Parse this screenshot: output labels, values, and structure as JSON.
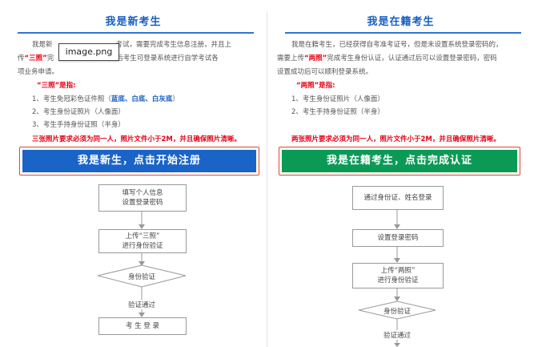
{
  "left": {
    "title": "我是新考生",
    "intro_part1": "我是新",
    "intro_part2": "考试，需要完成考生信息注册，并且上",
    "intro_line2_a": "传",
    "intro_red": "“三照”",
    "intro_line2_b": "完",
    "intro_line2_c": "认证通过后考生可登录系统进行自学考试各",
    "intro_line3": "项业务申请。",
    "sub_head": "“三照”是指:",
    "item1_a": "1、考生免冠彩色证件照（",
    "item1_b": "蓝底、白底、白灰底",
    "item1_c": "）",
    "item2": "2、考生身份证照片（人像面）",
    "item3": "3、考生手持身份证照（半身）",
    "warning": "三张照片要求必须为同一人，照片文件小于2M，并且确保照片清晰。",
    "cta": "我是新生，点击开始注册",
    "tooltip": "image.png",
    "flow": {
      "step1_l1": "填写个人信息",
      "step1_l2": "设置登录密码",
      "step2_l1": "上传“三照”",
      "step2_l2": "进行身份验证",
      "decision": "身份验证",
      "pass": "验证通过",
      "step3": "考 生 登 录"
    }
  },
  "right": {
    "title": "我是在籍考生",
    "intro_line1": "我是在籍考生，已经获得自考准考证号，但是未设置系统登录密码的，",
    "intro_line2_a": "需要上传",
    "intro_red": "“两照”",
    "intro_line2_b": "完成考生身份认证，认证通过后可以设置登录密码，密码",
    "intro_line3": "设置成功后可以顺利登录系统。",
    "sub_head": "“两照”是指:",
    "item1": "1、考生身份证照片（人像面）",
    "item2": "2、考生手持身份证照（半身）",
    "warning": "两张照片要求必须为同一人，照片文件小于2M，并且确保照片清晰。",
    "cta": "我是在籍考生，点击完成认证",
    "flow": {
      "step1": "通过身份证、姓名登录",
      "step2": "设置登录密码",
      "step3_l1": "上传“两照”",
      "step3_l2": "进行身份验证",
      "decision": "身份验证",
      "pass": "验证通过"
    }
  },
  "colors": {
    "title_blue": "#1a5fbf",
    "cta_blue": "#1a64c8",
    "cta_green": "#0a9a56",
    "accent_red": "#e60012"
  }
}
